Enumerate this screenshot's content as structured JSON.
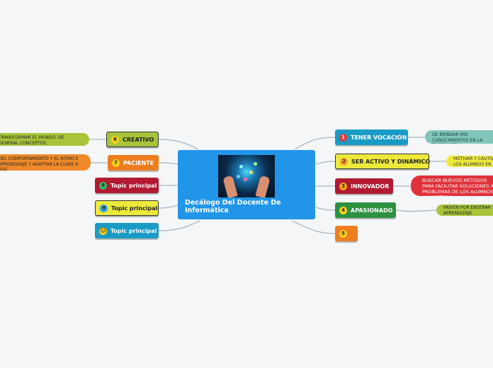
{
  "central": {
    "title": "Decálogo Del Docente De Informática"
  },
  "topics": {
    "t1": {
      "label": "TENER VOCACIÓN",
      "badge": "1",
      "badge_color": "#e2393b",
      "color": "#1a9bc5"
    },
    "t2": {
      "label": "SER ACTIVO Y DINÁMICO",
      "badge": "2",
      "badge_color": "#f7a21b",
      "color": "#ede93b"
    },
    "t3": {
      "label": "INNOVADOR",
      "badge": "3",
      "badge_color": "#f7a21b",
      "color": "#b21932"
    },
    "t4": {
      "label": "APASIONADO",
      "badge": "4",
      "badge_color": "#f7d11b",
      "color": "#2e9142"
    },
    "t5": {
      "label": "",
      "badge": "5",
      "badge_color": "#f7d11b",
      "color": "#ee7d1f"
    },
    "t6": {
      "label": "CREATIVO",
      "badge": "6",
      "badge_color": "#f7d11b",
      "color": "#a7c43a"
    },
    "t7": {
      "label": "PACIENTE",
      "badge": "7",
      "badge_color": "#f7d11b",
      "color": "#ee7d1f"
    },
    "t8": {
      "label": "Topic principal",
      "badge": "8",
      "badge_color": "#2fbf63",
      "color": "#b21932"
    },
    "t9": {
      "label": "Topic principal",
      "badge": "9",
      "badge_color": "#3a9fe0",
      "color": "#ede93b"
    },
    "t10": {
      "label": "Topic principal",
      "badge": "☺",
      "badge_color": "#f7d11b",
      "color": "#1a9bc5"
    }
  },
  "subtopics": {
    "s1": {
      "text": "DE BRINDAR MIS CONOCIMIENTOS EN LA ENSEÑANZA",
      "color": "#7fc6b9"
    },
    "s2": {
      "text": "MOTIVAR Y CAUTIVAR A LOS ALUMNOS EN LA ENSEÑANZA CREATIVA",
      "color": "#ede93b"
    },
    "s3": {
      "text": "BUSCAR NUEVOS METODOS PARA FACILITAR SOLUCIONES A PROBLEMAS DE LOS ALUMNOS Y MAESTROS",
      "color": "#e0313b"
    },
    "s4": {
      "text": "PASIÓN POR ENSEÑAR Y APRENDIZAJE",
      "color": "#a7c43a"
    },
    "s6": {
      "text": "TRANSFORMAR EL MUNDO, DE GENERAL CONCEPTOS",
      "color": "#a7c43a"
    },
    "s7": {
      "text": "DEL COMPORTAMIENTO Y EL RITMO E APRENDIZAJE Y ADAPTAR LA CLASE A SUS",
      "color": "#ee8a2a"
    }
  },
  "colors": {
    "background": "#f4f6f8",
    "central": "#2196e9",
    "link": "#a9b6c1"
  }
}
